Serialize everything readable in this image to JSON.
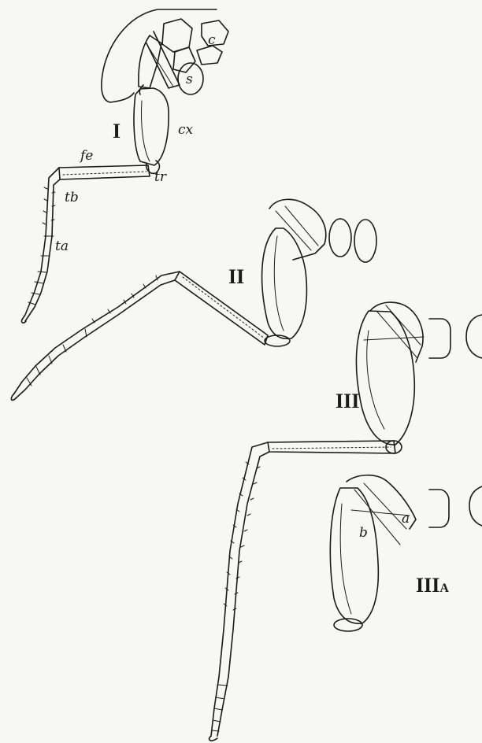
{
  "figure": {
    "leg_labels": {
      "foreleg": "I",
      "midleg": "II",
      "hindleg": "III",
      "hindleg_alt": "III",
      "hindleg_alt_suffix": "A"
    },
    "part_labels": {
      "coxa_plate": "c",
      "sclerite": "s",
      "coxa": "cx",
      "femur": "fe",
      "trochanter": "tr",
      "tibia": "tb",
      "tarsus": "ta",
      "detail_a": "a",
      "detail_b": "b"
    }
  }
}
